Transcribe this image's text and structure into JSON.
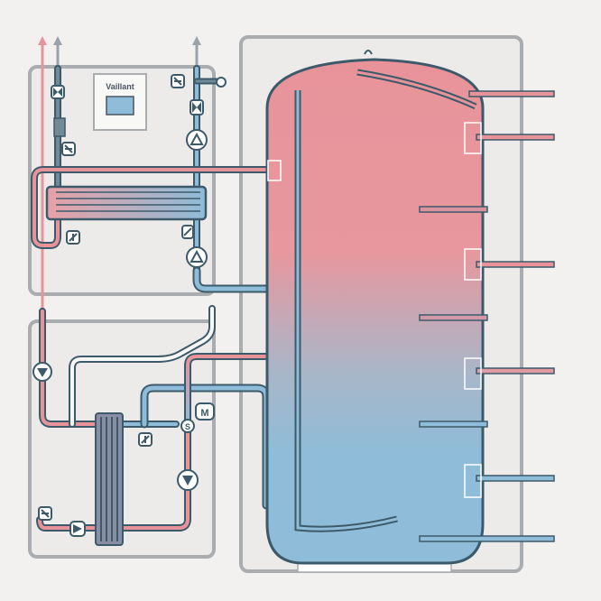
{
  "diagram": {
    "brand": "Vaillant",
    "mixer_label": "M",
    "sensor_label": "S",
    "colors": {
      "hot": "#e8939a",
      "cold": "#8fbcd8",
      "outline": "#3d5a6a",
      "panel": "#ecebea",
      "panel_border": "#a9adb0",
      "return_pipe": "#9aa3aa"
    }
  }
}
